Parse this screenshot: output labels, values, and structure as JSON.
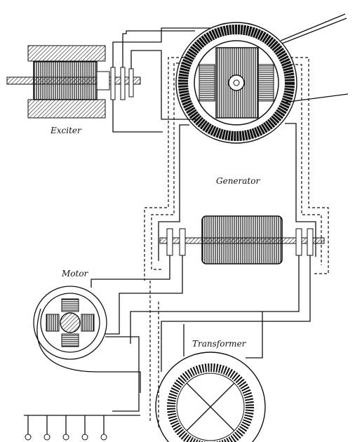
{
  "labels": {
    "exciter": "Exciter",
    "generator": "Generator",
    "motor": "Motor",
    "transformer": "Transformer"
  },
  "colors": {
    "ink": "#111111",
    "paper": "#ffffff"
  }
}
